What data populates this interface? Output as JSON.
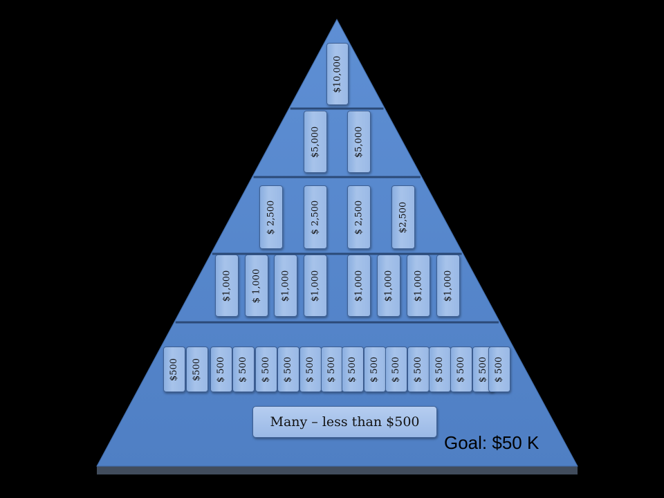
{
  "pyramid": {
    "tiers": [
      {
        "labels": [
          "$10,000"
        ]
      },
      {
        "labels": [
          "$5,000",
          "$5,000"
        ]
      },
      {
        "labels": [
          "$ 2,500",
          "$ 2,500",
          "$ 2,500",
          "$2,500"
        ]
      },
      {
        "labels": [
          "$1,000",
          "$ 1,000",
          "$1,000",
          "$1,000",
          "$1,000",
          "$1,000",
          "$1,000",
          "$1,000"
        ]
      },
      {
        "labels": [
          "$500",
          "$500",
          "$ 500",
          "$ 500",
          "$ 500",
          "$ 500",
          "$ 500",
          "$ 500",
          "$ 500",
          "$ 500",
          "$ 500",
          "$ 500",
          "$ 500",
          "$ 500",
          "$ 500",
          "$ 500"
        ]
      }
    ],
    "base_note": "Many – less than $500",
    "goal": "Goal: $50 K"
  },
  "colors": {
    "pyramid_fill": "#5b8bd0",
    "background": "#000000",
    "divider": "#2b4a78"
  }
}
